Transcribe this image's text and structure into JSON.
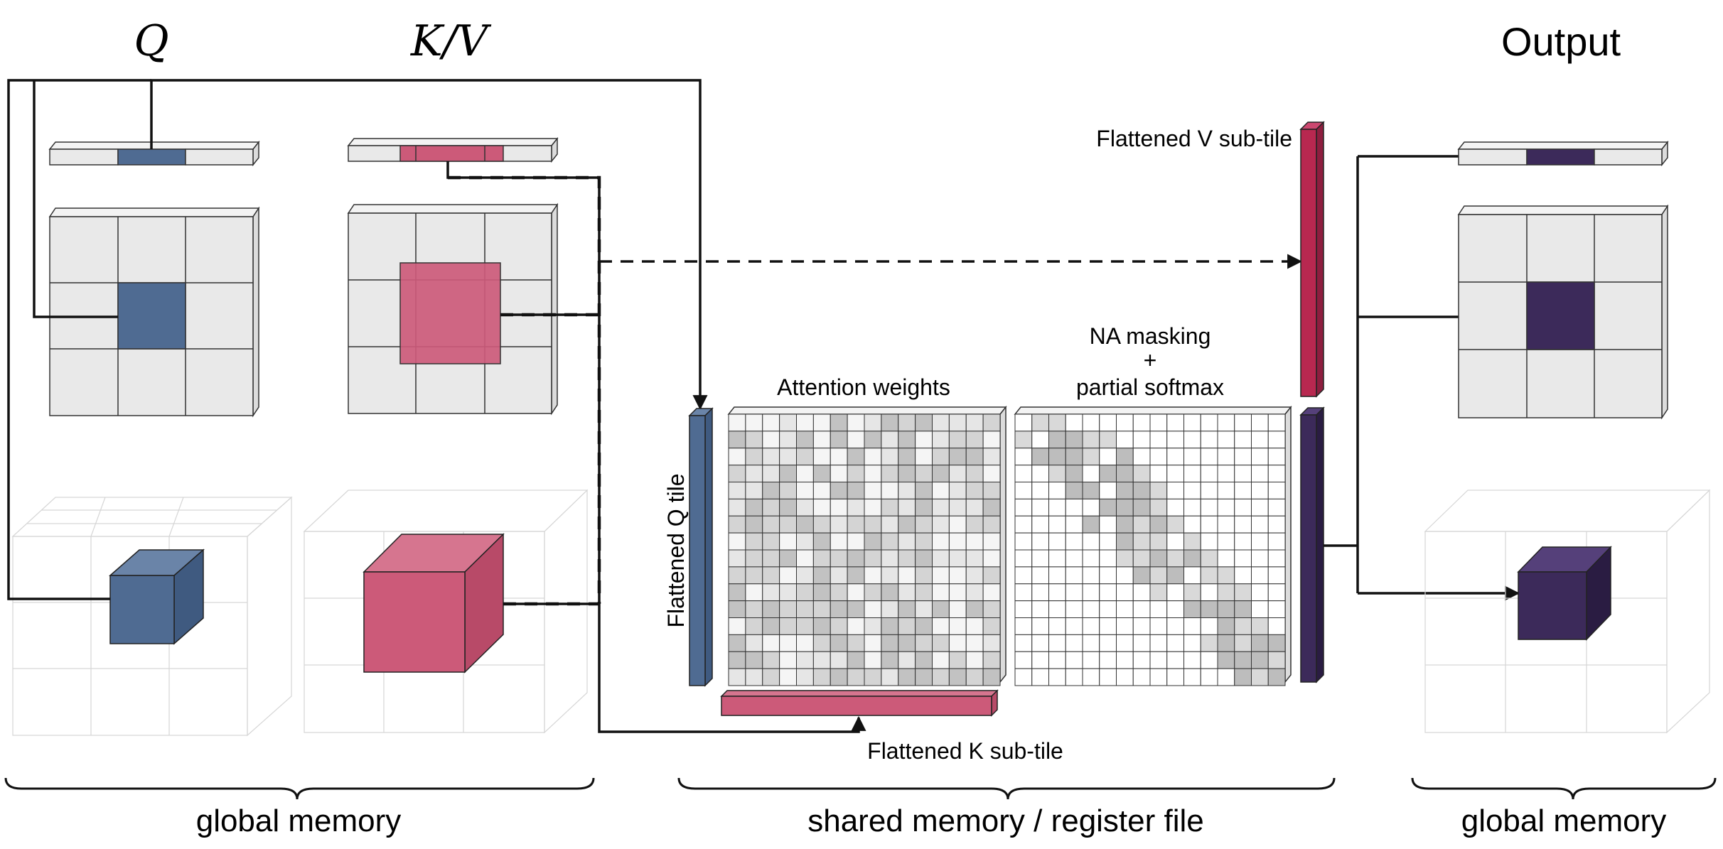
{
  "colors": {
    "q": "#4f6b92",
    "kv": "#cc5a79",
    "v_bar": "#b82850",
    "output": "#3c2a5a",
    "cell": "#e9e9e9",
    "cell_stroke": "#333333"
  },
  "labels": {
    "q_title": "Q",
    "kv_title": "K/V",
    "output_title": "Output",
    "v_subtile": "Flattened V sub-tile",
    "na_masking_line1": "NA masking",
    "na_masking_line2": "+",
    "na_masking_line3": "partial softmax",
    "attention_weights": "Attention weights",
    "q_tile": "Flattened Q tile",
    "k_subtile": "Flattened K sub-tile",
    "global_memory_left": "global memory",
    "shared_memory": "shared memory / register file",
    "global_memory_right": "global memory"
  },
  "icons": {
    "arrow": "arrow-head-icon",
    "brace": "curly-brace-icon"
  }
}
